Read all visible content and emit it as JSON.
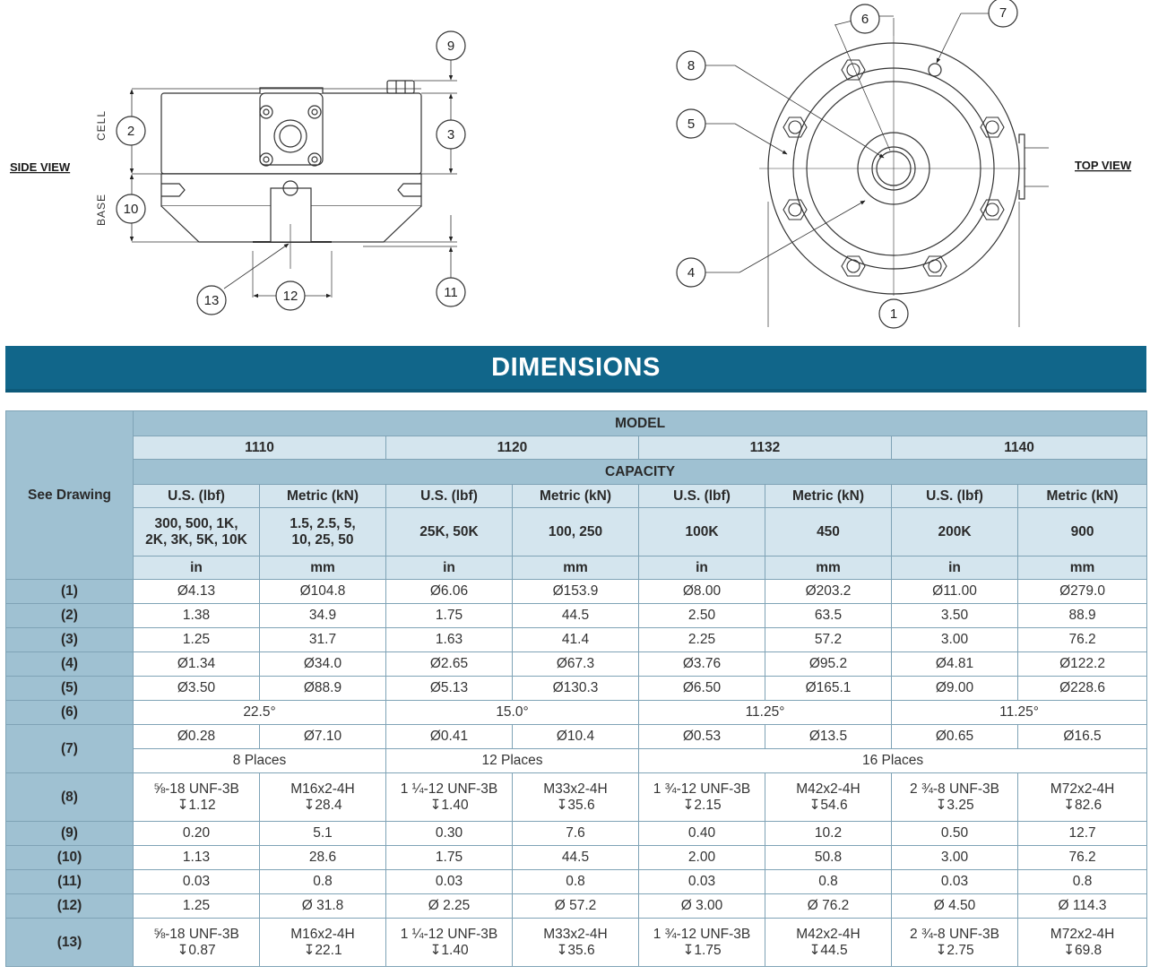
{
  "drawings": {
    "side_view_label": "SIDE VIEW",
    "top_view_label": "TOP VIEW",
    "cell_label": "CELL",
    "base_label": "BASE",
    "callouts": [
      "1",
      "2",
      "3",
      "4",
      "5",
      "6",
      "7",
      "8",
      "9",
      "10",
      "11",
      "12",
      "13"
    ]
  },
  "banner": {
    "title": "DIMENSIONS"
  },
  "table": {
    "see_drawing": "See Drawing",
    "model_label": "MODEL",
    "capacity_label": "CAPACITY",
    "models": [
      "1110",
      "1120",
      "1132",
      "1140"
    ],
    "unit_headers": [
      "U.S. (lbf)",
      "Metric (kN)",
      "U.S. (lbf)",
      "Metric (kN)",
      "U.S. (lbf)",
      "Metric (kN)",
      "U.S. (lbf)",
      "Metric (kN)"
    ],
    "capacities": [
      [
        "300, 500, 1K,",
        "2K, 3K, 5K, 10K"
      ],
      [
        "1.5, 2.5, 5,",
        "10, 25, 50"
      ],
      [
        "25K, 50K",
        ""
      ],
      [
        "100, 250",
        ""
      ],
      [
        "100K",
        ""
      ],
      [
        "450",
        ""
      ],
      [
        "200K",
        ""
      ],
      [
        "900",
        ""
      ]
    ],
    "units": [
      "in",
      "mm",
      "in",
      "mm",
      "in",
      "mm",
      "in",
      "mm"
    ],
    "rows": [
      {
        "label": "(1)",
        "cells": [
          "Ø4.13",
          "Ø104.8",
          "Ø6.06",
          "Ø153.9",
          "Ø8.00",
          "Ø203.2",
          "Ø11.00",
          "Ø279.0"
        ]
      },
      {
        "label": "(2)",
        "cells": [
          "1.38",
          "34.9",
          "1.75",
          "44.5",
          "2.50",
          "63.5",
          "3.50",
          "88.9"
        ]
      },
      {
        "label": "(3)",
        "cells": [
          "1.25",
          "31.7",
          "1.63",
          "41.4",
          "2.25",
          "57.2",
          "3.00",
          "76.2"
        ]
      },
      {
        "label": "(4)",
        "cells": [
          "Ø1.34",
          "Ø34.0",
          "Ø2.65",
          "Ø67.3",
          "Ø3.76",
          "Ø95.2",
          "Ø4.81",
          "Ø122.2"
        ]
      },
      {
        "label": "(5)",
        "cells": [
          "Ø3.50",
          "Ø88.9",
          "Ø5.13",
          "Ø130.3",
          "Ø6.50",
          "Ø165.1",
          "Ø9.00",
          "Ø228.6"
        ]
      },
      {
        "label": "(6)",
        "spans": [
          "22.5°",
          "15.0°",
          "11.25°",
          "11.25°"
        ]
      },
      {
        "label": "(7)",
        "cells": [
          "Ø0.28",
          "Ø7.10",
          "Ø0.41",
          "Ø10.4",
          "Ø0.53",
          "Ø13.5",
          "Ø0.65",
          "Ø16.5"
        ],
        "places": [
          "8 Places",
          "12 Places",
          "16 Places"
        ]
      },
      {
        "label": "(8)",
        "cells2": [
          [
            "⅝-18 UNF-3B",
            "↧1.12"
          ],
          [
            "M16x2-4H",
            "↧28.4"
          ],
          [
            "1 ¼-12 UNF-3B",
            "↧1.40"
          ],
          [
            "M33x2-4H",
            "↧35.6"
          ],
          [
            "1 ¾-12 UNF-3B",
            "↧2.15"
          ],
          [
            "M42x2-4H",
            "↧54.6"
          ],
          [
            "2 ¾-8 UNF-3B",
            "↧3.25"
          ],
          [
            "M72x2-4H",
            "↧82.6"
          ]
        ]
      },
      {
        "label": "(9)",
        "cells": [
          "0.20",
          "5.1",
          "0.30",
          "7.6",
          "0.40",
          "10.2",
          "0.50",
          "12.7"
        ]
      },
      {
        "label": "(10)",
        "cells": [
          "1.13",
          "28.6",
          "1.75",
          "44.5",
          "2.00",
          "50.8",
          "3.00",
          "76.2"
        ]
      },
      {
        "label": "(11)",
        "cells": [
          "0.03",
          "0.8",
          "0.03",
          "0.8",
          "0.03",
          "0.8",
          "0.03",
          "0.8"
        ]
      },
      {
        "label": "(12)",
        "cells": [
          "1.25",
          "Ø 31.8",
          "Ø 2.25",
          "Ø 57.2",
          "Ø 3.00",
          "Ø 76.2",
          "Ø 4.50",
          "Ø 114.3"
        ]
      },
      {
        "label": "(13)",
        "cells2": [
          [
            "⅝-18 UNF-3B",
            "↧0.87"
          ],
          [
            "M16x2-4H",
            "↧22.1"
          ],
          [
            "1 ¼-12 UNF-3B",
            "↧1.40"
          ],
          [
            "M33x2-4H",
            "↧35.6"
          ],
          [
            "1 ¾-12 UNF-3B",
            "↧1.75"
          ],
          [
            "M42x2-4H",
            "↧44.5"
          ],
          [
            "2 ¾-8 UNF-3B",
            "↧2.75"
          ],
          [
            "M72x2-4H",
            "↧69.8"
          ]
        ]
      }
    ]
  }
}
